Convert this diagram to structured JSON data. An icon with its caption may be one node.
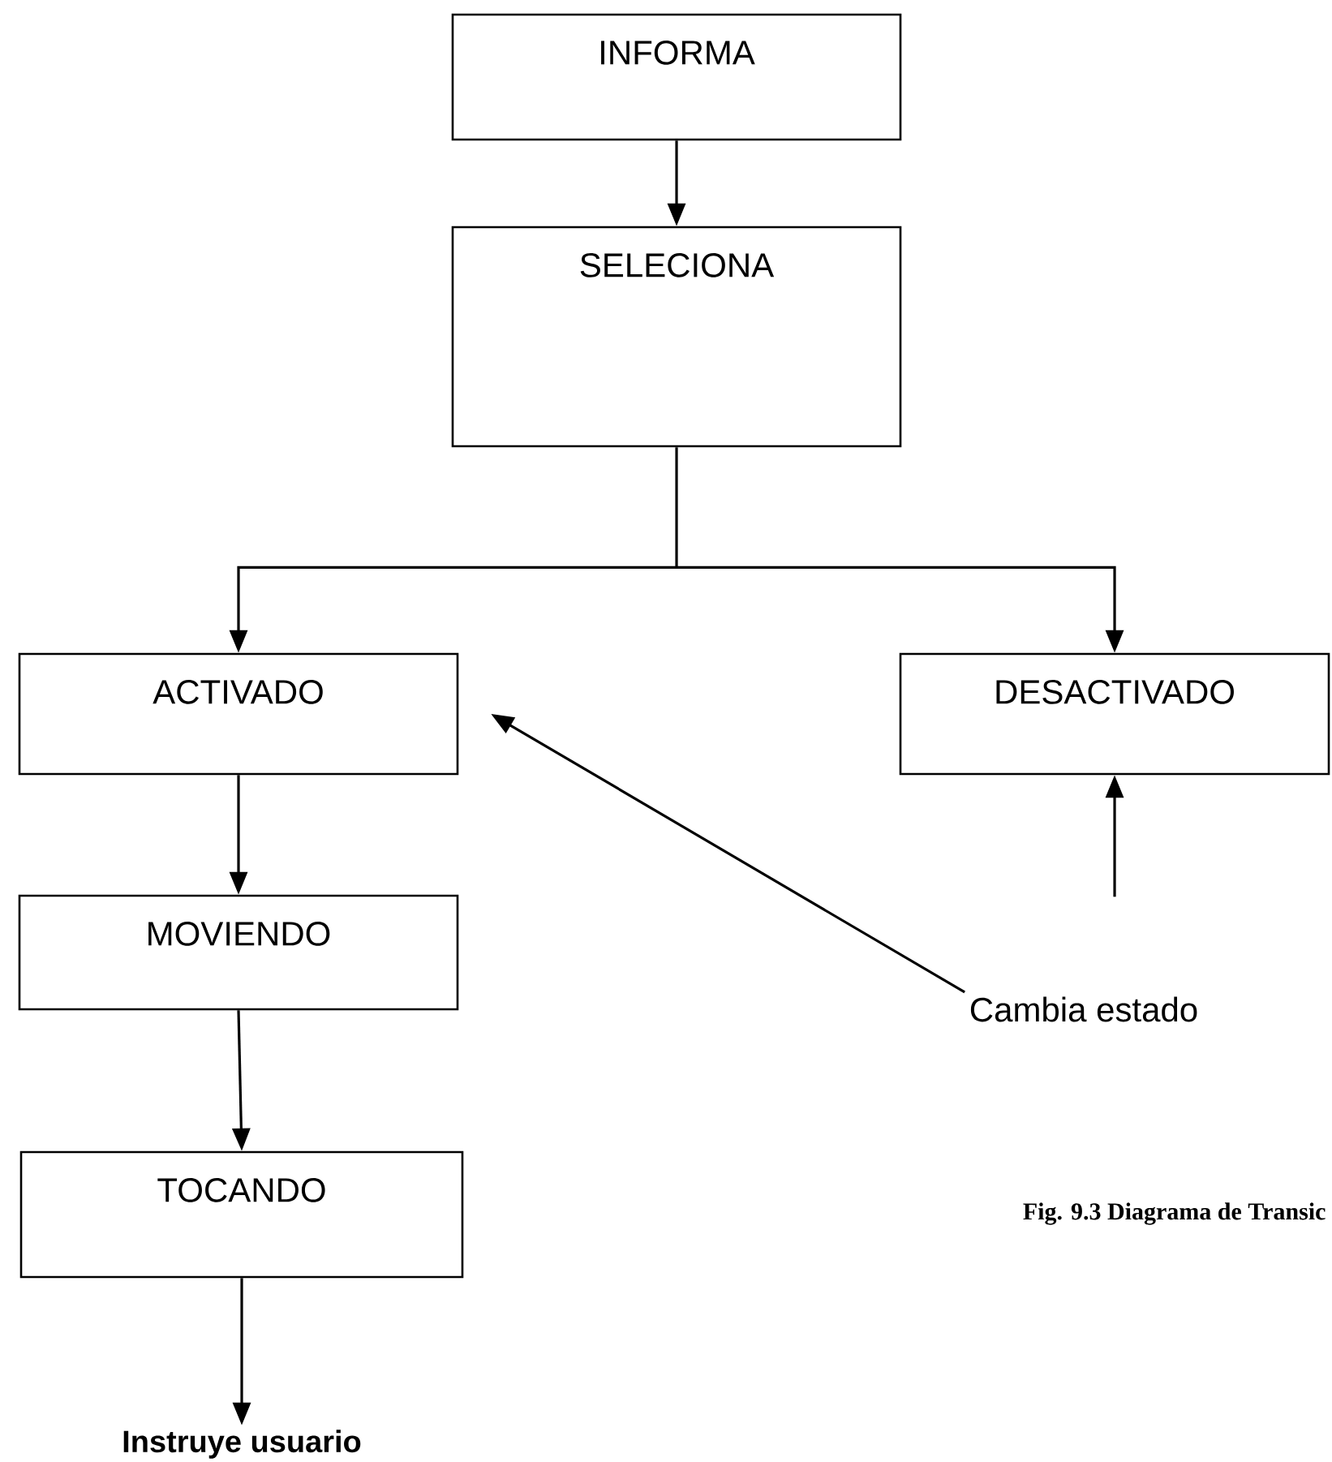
{
  "diagram": {
    "caption": "Fig. 9.3 Diagrama de Transic",
    "nodes": [
      {
        "text": [
          "INFORMA"
        ]
      },
      {
        "text": [
          "SELECIONA"
        ]
      },
      {
        "text": [
          "ACTIVADO"
        ]
      },
      {
        "text": [
          "DESACTIVADO"
        ]
      },
      {
        "text": [
          "MOVIENDO"
        ]
      },
      {
        "text": [
          "TOCANDO"
        ]
      },
      {
        "text": [
          "Instruye usuario"
        ]
      },
      {
        "text": [
          "Cambia estado"
        ]
      }
    ],
    "edges": [
      {
        "from": 0,
        "to": 1,
        "arrow": "to"
      },
      {
        "from": 1,
        "to": 2,
        "arrow": "to"
      },
      {
        "from": 1,
        "to": 3,
        "arrow": "to"
      },
      {
        "from": 2,
        "to": 4,
        "arrow": "to"
      },
      {
        "from": 4,
        "to": 5,
        "arrow": "to"
      },
      {
        "from": 5,
        "to": 6,
        "arrow": "to"
      },
      {
        "from": 7,
        "to": 2,
        "arrow": "to"
      },
      {
        "from": null,
        "to": 3,
        "arrow": "to"
      }
    ]
  }
}
